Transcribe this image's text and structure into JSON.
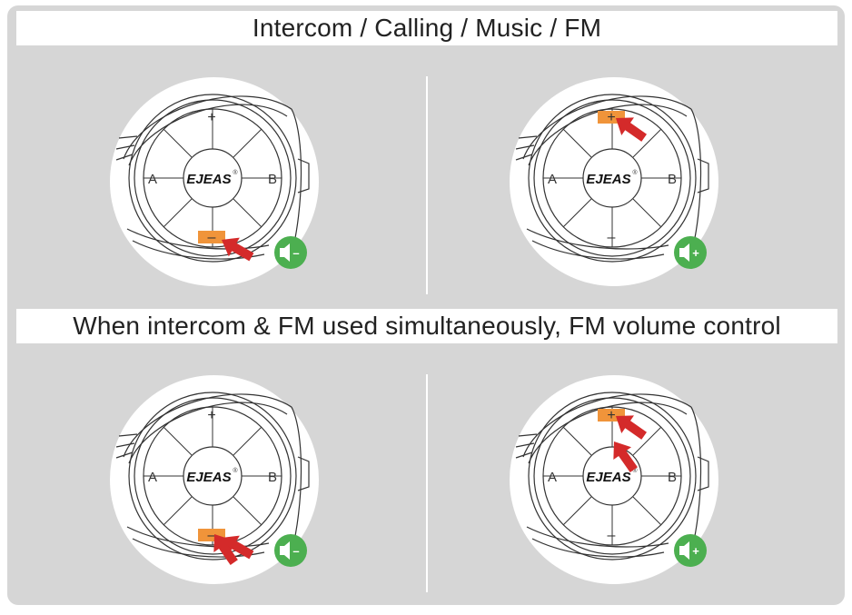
{
  "banners": {
    "top_title": "Intercom / Calling / Music / FM",
    "mid_title": "When intercom & FM used simultaneously, FM volume control"
  },
  "device": {
    "brand": "EJEAS",
    "brand_mark": "®",
    "button_plus": "+",
    "button_minus": "–",
    "button_a": "A",
    "button_b": "B"
  },
  "panels": [
    {
      "id": "intercom-volume-down",
      "pressed_button": "minus",
      "arrow_count": 1,
      "volume_icon": "volume-down-icon",
      "badge_sign": "–"
    },
    {
      "id": "intercom-volume-up",
      "pressed_button": "plus",
      "arrow_count": 1,
      "volume_icon": "volume-up-icon",
      "badge_sign": "+"
    },
    {
      "id": "fm-volume-down",
      "pressed_button": "minus",
      "arrow_count": 2,
      "volume_icon": "volume-down-icon",
      "badge_sign": "–"
    },
    {
      "id": "fm-volume-up",
      "pressed_button": "plus",
      "arrow_count": 2,
      "volume_icon": "volume-up-icon",
      "badge_sign": "+"
    }
  ],
  "colors": {
    "panel_background": "#d6d6d6",
    "pressed_button": "#f0943a",
    "arrow": "#d42a2a",
    "volume_badge": "#4caf50"
  }
}
